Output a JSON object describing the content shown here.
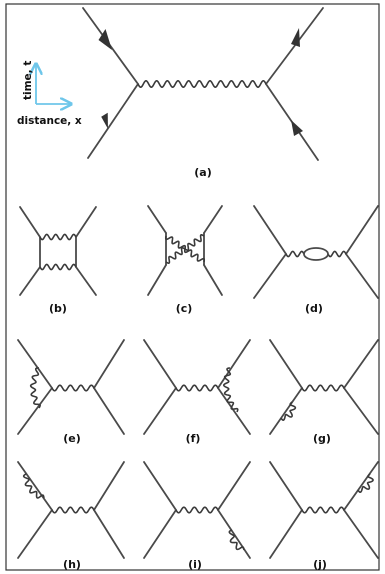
{
  "axes": {
    "time_label": "time, t",
    "distance_label": "distance, x",
    "arrow_color": "#6ec6ea"
  },
  "diagrams": [
    {
      "id": "a",
      "label": "(a)"
    },
    {
      "id": "b",
      "label": "(b)"
    },
    {
      "id": "c",
      "label": "(c)"
    },
    {
      "id": "d",
      "label": "(d)"
    },
    {
      "id": "e",
      "label": "(e)"
    },
    {
      "id": "f",
      "label": "(f)"
    },
    {
      "id": "g",
      "label": "(g)"
    },
    {
      "id": "h",
      "label": "(h)"
    },
    {
      "id": "i",
      "label": "(i)"
    },
    {
      "id": "j",
      "label": "(j)"
    }
  ]
}
